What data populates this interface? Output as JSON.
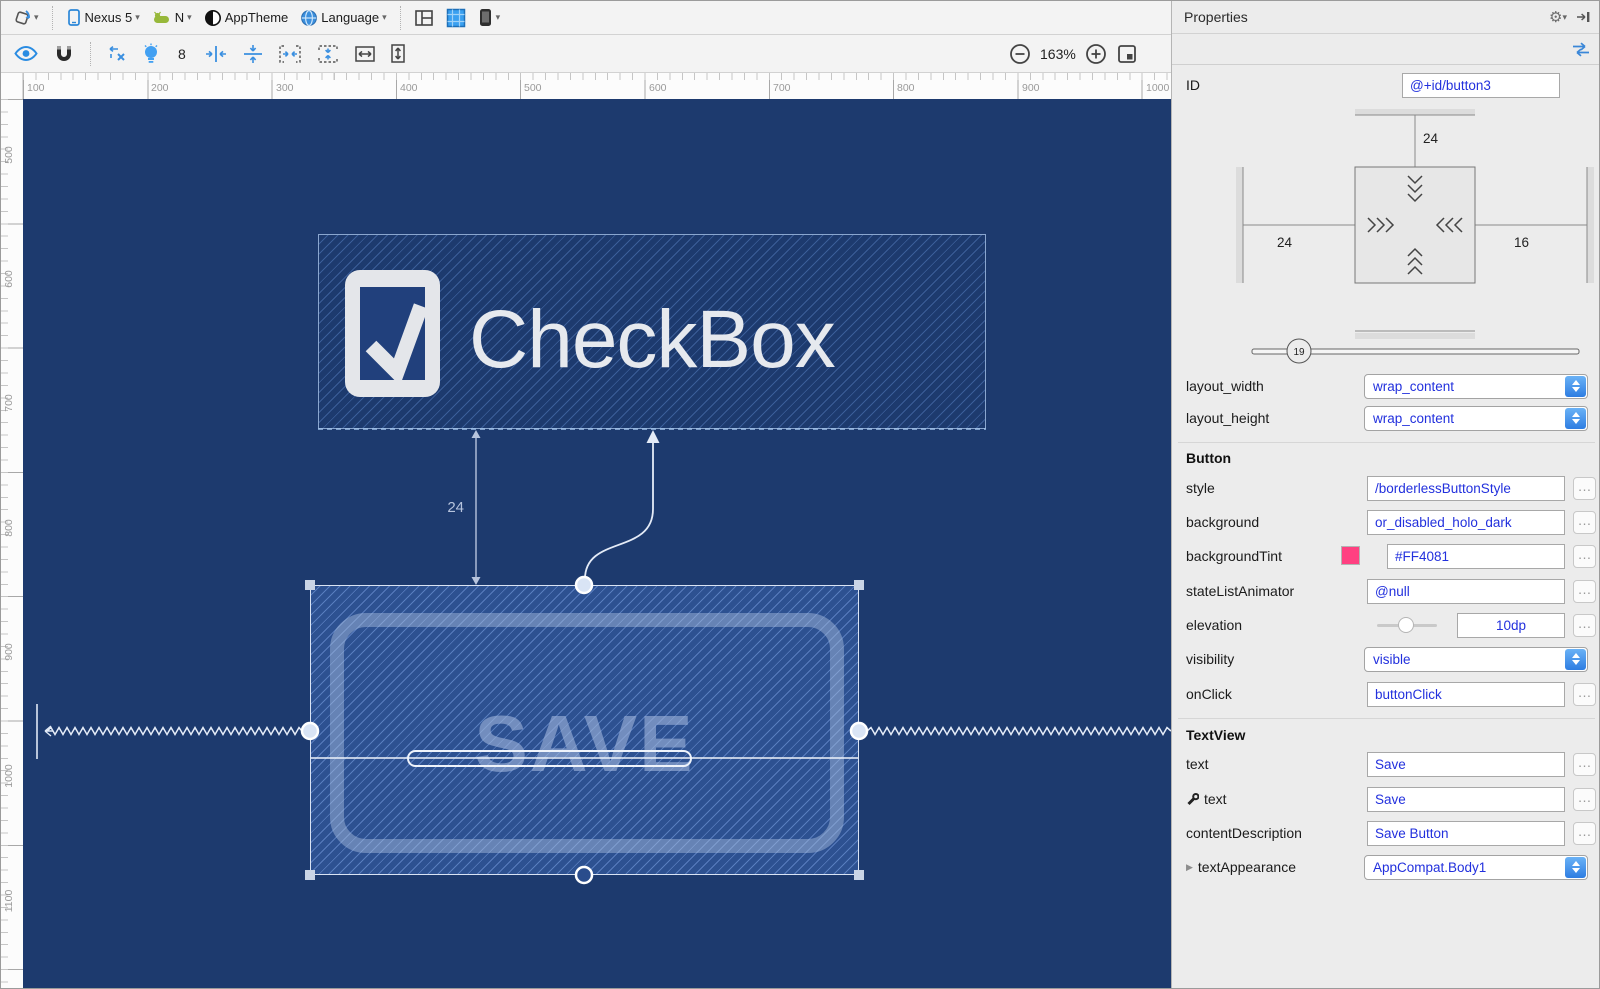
{
  "toolbar_top": {
    "device_label": "Nexus 5",
    "api_label": "N",
    "theme_label": "AppTheme",
    "language_label": "Language"
  },
  "toolbar_edit": {
    "default_margin": "8",
    "zoom_level": "163%"
  },
  "rulers": {
    "top": [
      "100",
      "200",
      "300",
      "400",
      "500",
      "600",
      "700",
      "800",
      "900",
      "1000"
    ],
    "left": [
      "500",
      "600",
      "700",
      "800",
      "900",
      "1000",
      "1100"
    ]
  },
  "canvas": {
    "checkbox_label": "CheckBox",
    "button_label": "SAVE",
    "margin_value": "24"
  },
  "properties": {
    "title": "Properties",
    "id_label": "ID",
    "id_value": "@+id/button3",
    "inspector": {
      "margin_top": "24",
      "margin_left": "24",
      "margin_right": "16",
      "bias": "19"
    },
    "layout_width_label": "layout_width",
    "layout_width_value": "wrap_content",
    "layout_height_label": "layout_height",
    "layout_height_value": "wrap_content",
    "button_section": {
      "header": "Button",
      "style_label": "style",
      "style_value": "/borderlessButtonStyle",
      "background_label": "background",
      "background_value": "or_disabled_holo_dark",
      "background_tint_label": "backgroundTint",
      "background_tint_value": "#FF4081",
      "state_list_animator_label": "stateListAnimator",
      "state_list_animator_value": "@null",
      "elevation_label": "elevation",
      "elevation_value": "10dp",
      "visibility_label": "visibility",
      "visibility_value": "visible",
      "on_click_label": "onClick",
      "on_click_value": "buttonClick"
    },
    "textview_section": {
      "header": "TextView",
      "text_label": "text",
      "text_value": "Save",
      "text_tools_label": "text",
      "text_tools_value": "Save",
      "content_description_label": "contentDescription",
      "content_description_value": "Save Button",
      "text_appearance_label": "textAppearance",
      "text_appearance_value": "AppCompat.Body1"
    },
    "ellipsis": "…"
  },
  "icons": {
    "gear": "⚙",
    "caret": "▾",
    "triangle": "▶"
  },
  "colors": {
    "accent_pink": "#FF4081",
    "blueprint_background": "#1d3a6e",
    "value_text_blue": "#2230dd",
    "selection_white": "#dfe8f6"
  }
}
